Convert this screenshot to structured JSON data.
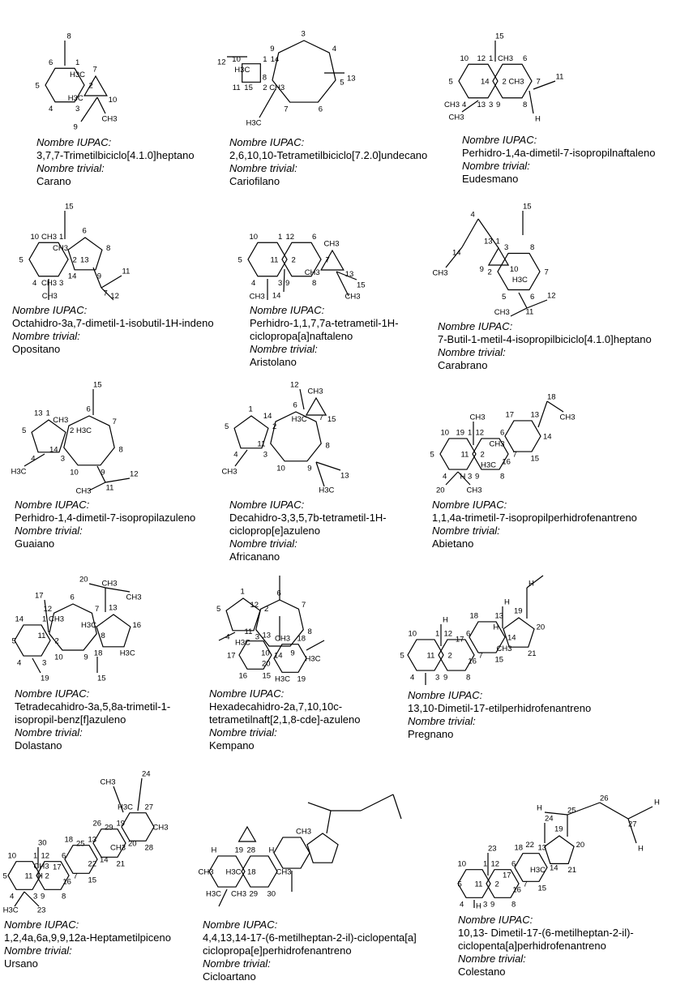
{
  "labels": {
    "iupac": "Nombre IUPAC:",
    "trivial": "Nombre trivial:"
  },
  "compounds": [
    {
      "iupac": [
        "3,7,7-Trimetilbiciclo[4.1.0]heptano"
      ],
      "trivial": "Carano",
      "atoms": [
        "1",
        "2",
        "3",
        "4",
        "5",
        "6",
        "7",
        "10",
        "H3C",
        "8",
        "CH3",
        "9",
        "H3C"
      ]
    },
    {
      "iupac": [
        "2,6,10,10-Tetrametilbiciclo[7.2.0]undecano"
      ],
      "trivial": "Cariofilano",
      "atoms": [
        "1",
        "2",
        "11",
        "10",
        "3",
        "4",
        "5",
        "6",
        "7",
        "8",
        "9",
        "12",
        "H3C",
        "13",
        "14",
        "CH3",
        "15",
        "H3C"
      ]
    },
    {
      "iupac": [
        "Perhidro-1,4a-dimetil-7-isopropilnaftaleno"
      ],
      "trivial": "Eudesmano",
      "atoms": [
        "1",
        "2",
        "3",
        "4",
        "5",
        "10",
        "6",
        "7",
        "8",
        "9",
        "14",
        "CH3",
        "15",
        "CH3",
        "H",
        "11",
        "12",
        "CH3",
        "13",
        "CH3"
      ]
    },
    {
      "iupac": [
        "Octahidro-3a,7-dimetil-1-isobutil-1H-indeno"
      ],
      "trivial": "Opositano",
      "atoms": [
        "1",
        "2",
        "3",
        "4",
        "5",
        "10",
        "6",
        "8",
        "9",
        "14",
        "CH3",
        "15",
        "CH3",
        "7",
        "11",
        "12",
        "CH3",
        "13",
        "CH3"
      ]
    },
    {
      "iupac": [
        "Perhidro-1,1,7,7a-tetrametil-1H-",
        "ciclopropa[a]naftaleno"
      ],
      "trivial": "Aristolano",
      "atoms": [
        "1",
        "2",
        "3",
        "4",
        "5",
        "10",
        "6",
        "7",
        "8",
        "9",
        "11",
        "12",
        "CH3",
        "13",
        "CH3",
        "14",
        "CH3",
        "15",
        "CH3"
      ]
    },
    {
      "iupac": [
        "7-Butil-1-metil-4-isopropilbiciclo[4.1.0]heptano"
      ],
      "trivial": "Carabrano",
      "atoms": [
        "1",
        "10",
        "9",
        "8",
        "7",
        "6",
        "5",
        "2",
        "3",
        "4",
        "14",
        "CH3",
        "15",
        "11",
        "12",
        "CH3",
        "13",
        "H3C"
      ]
    },
    {
      "iupac": [
        "Perhidro-1,4-dimetil-7-isopropilazuleno"
      ],
      "trivial": "Guaiano",
      "atoms": [
        "1",
        "2",
        "3",
        "4",
        "5",
        "6",
        "7",
        "8",
        "9",
        "10",
        "14",
        "CH3",
        "15",
        "H3C",
        "11",
        "12",
        "CH3",
        "13",
        "H3C"
      ]
    },
    {
      "iupac": [
        "Decahidro-3,3,5,7b-tetrametil-1H-",
        "cicloprop[e]azuleno"
      ],
      "trivial": "Africanano",
      "atoms": [
        "1",
        "2",
        "3",
        "4",
        "5",
        "6",
        "7",
        "8",
        "9",
        "10",
        "11",
        "14",
        "CH3",
        "15",
        "H3C",
        "12",
        "CH3",
        "13",
        "H3C"
      ]
    },
    {
      "iupac": [
        "1,1,4a-trimetil-7-isopropilperhidrofenantreno"
      ],
      "trivial": "Abietano",
      "atoms": [
        "1",
        "2",
        "3",
        "4",
        "5",
        "10",
        "6",
        "7",
        "8",
        "9",
        "11",
        "12",
        "13",
        "14",
        "15",
        "16",
        "CH3",
        "17",
        "CH3",
        "20",
        "CH3",
        "18",
        "CH3",
        "19",
        "H3C",
        "H"
      ]
    },
    {
      "iupac": [
        "Tetradecahidro-3a,5,8a-trimetil-1-",
        "isopropil-benz[f]azuleno"
      ],
      "trivial": "Dolastano",
      "atoms": [
        "1",
        "2",
        "3",
        "4",
        "5",
        "14",
        "6",
        "7",
        "8",
        "9",
        "10",
        "11",
        "12",
        "13",
        "16",
        "H3C",
        "18",
        "H3C",
        "17",
        "19",
        "CH3",
        "20",
        "CH3",
        "15",
        "CH3"
      ]
    },
    {
      "iupac": [
        "Hexadecahidro-2a,7,10,10c-",
        "tetrametilnaft[2,1,8-cde]-azuleno"
      ],
      "trivial": "Kempano",
      "atoms": [
        "1",
        "2",
        "3",
        "4",
        "5",
        "6",
        "7",
        "8",
        "9",
        "10",
        "11",
        "12",
        "13",
        "14",
        "15",
        "16",
        "17",
        "H3C",
        "18",
        "H3C",
        "19",
        "H3C",
        "20",
        "CH3"
      ]
    },
    {
      "iupac": [
        "13,10-Dimetil-17-etilperhidrofenantreno"
      ],
      "trivial": "Pregnano",
      "atoms": [
        "1",
        "2",
        "3",
        "4",
        "5",
        "10",
        "6",
        "7",
        "8",
        "9",
        "11",
        "12",
        "13",
        "14",
        "15",
        "16",
        "17",
        "18",
        "19",
        "20",
        "21",
        "CH3",
        "H",
        "H",
        "H",
        "H"
      ]
    },
    {
      "iupac": [
        "1,2,4a,6a,9,9,12a-Heptametilpiceno"
      ],
      "trivial": "Ursano",
      "atoms": [
        "1",
        "2",
        "3",
        "4",
        "5",
        "10",
        "6",
        "7",
        "8",
        "9",
        "11",
        "12",
        "13",
        "14",
        "15",
        "16",
        "17",
        "18",
        "19",
        "20",
        "21",
        "22",
        "25",
        "26",
        "27",
        "CH3",
        "28",
        "CH3",
        "29",
        "H3C",
        "30",
        "CH3",
        "24",
        "H3C",
        "23",
        "CH3",
        "H"
      ]
    },
    {
      "iupac": [
        "4,4,13,14-17-(6-metilheptan-2-il)-ciclopenta[a]",
        "ciclopropa[e]perhidrofenantreno"
      ],
      "trivial": "Cicloartano",
      "atoms": [
        "19",
        "18",
        "CH3",
        "H3C",
        "CH3",
        "H",
        "H",
        "CH3",
        "30",
        "29",
        "H3C",
        "28",
        "CH3"
      ]
    },
    {
      "iupac": [
        "10,13-  Dimetil-17-(6-metilheptan-2-il)-",
        "ciclopenta[a]perhidrofenantreno"
      ],
      "trivial": "Colestano",
      "atoms": [
        "1",
        "2",
        "3",
        "4",
        "5",
        "10",
        "6",
        "7",
        "8",
        "9",
        "11",
        "12",
        "13",
        "14",
        "15",
        "16",
        "17",
        "18",
        "19",
        "20",
        "21",
        "H3C",
        "22",
        "23",
        "24",
        "25",
        "26",
        "27",
        "H",
        "H",
        "H",
        "H"
      ]
    }
  ]
}
